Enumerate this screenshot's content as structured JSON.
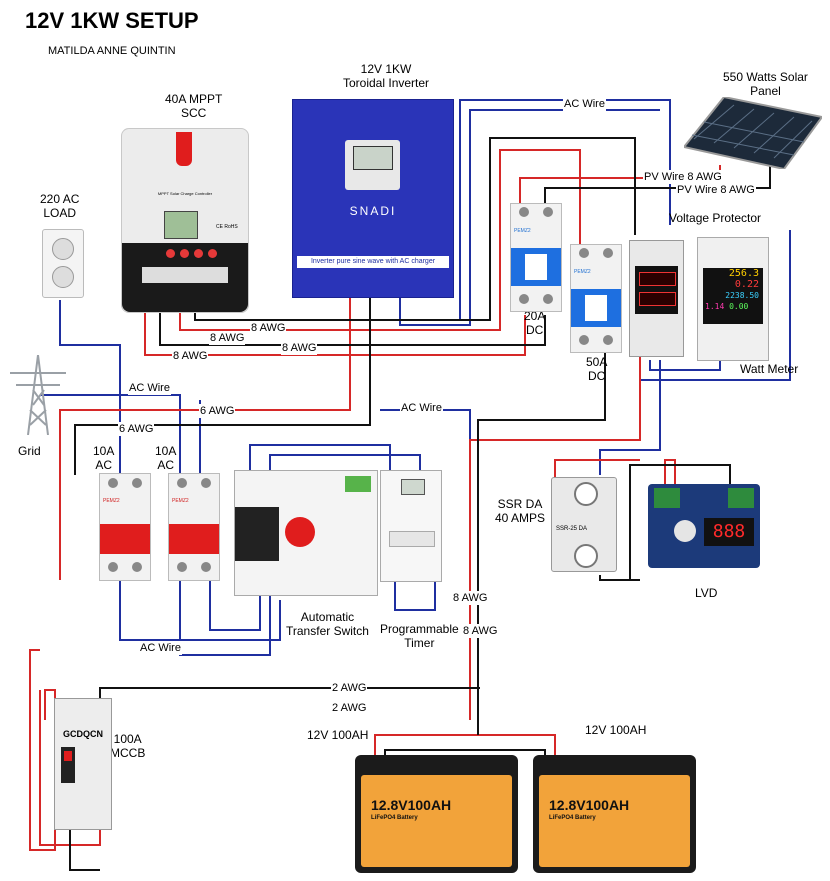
{
  "title": "12V 1KW SETUP",
  "author": "MATILDA ANNE QUINTIN",
  "components": {
    "scc": {
      "line1": "40A MPPT",
      "line2": "SCC",
      "brand_text": "MPPT Solar Charge Controller",
      "cert": "CE RoHS"
    },
    "inverter": {
      "line1": "12V 1KW",
      "line2": "Toroidal Inverter",
      "brand": "SNADI",
      "banner": "Inverter pure sine wave with AC charger"
    },
    "solar": {
      "line1": "550 Watts Solar",
      "line2": "Panel"
    },
    "load": {
      "line1": "220 AC",
      "line2": "LOAD"
    },
    "grid": {
      "label": "Grid"
    },
    "voltage_protector": {
      "label": "Voltage Protector"
    },
    "watt_meter": {
      "label": "Watt Meter",
      "readings": [
        "256.3",
        "0.22",
        "2238.50",
        "1.14",
        "0.00"
      ]
    },
    "breaker_20a": {
      "line1": "20A",
      "line2": "DC"
    },
    "breaker_50a": {
      "line1": "50A",
      "line2": "DC"
    },
    "breaker_10a_1": {
      "line1": "10A",
      "line2": "AC"
    },
    "breaker_10a_2": {
      "line1": "10A",
      "line2": "AC"
    },
    "breaker_brand": "PEMZ2",
    "ats": {
      "line1": "Automatic",
      "line2": "Transfer Switch"
    },
    "timer": {
      "line1": "Programmable",
      "line2": "Timer"
    },
    "ssr": {
      "line1": "SSR DA",
      "line2": "40 AMPS",
      "model": "SSR-25 DA"
    },
    "lvd": {
      "label": "LVD",
      "display": "888"
    },
    "mccb": {
      "line1": "100A",
      "line2": "MCCB",
      "brand": "GCDQCN"
    },
    "battery_1": {
      "label": "12V 100AH",
      "face": "12.8V100AH",
      "sub": "LiFePO4 Battery"
    },
    "battery_2": {
      "label": "12V 100AH",
      "face": "12.8V100AH",
      "sub": "LiFePO4 Battery"
    }
  },
  "wire_labels": {
    "ac_wire_top": "AC Wire",
    "pv_wire_1": "PV Wire 8 AWG",
    "pv_wire_2": "PV Wire 8 AWG",
    "awg8_a": "8 AWG",
    "awg8_b": "8 AWG",
    "awg8_c": "8 AWG",
    "awg8_d": "8 AWG",
    "ac_wire_grid": "AC Wire",
    "awg6_a": "6 AWG",
    "awg6_b": "6 AWG",
    "ac_wire_timer": "AC Wire",
    "ac_wire_bottom": "AC Wire",
    "awg8_e": "8 AWG",
    "awg8_f": "8 AWG",
    "awg2_a": "2 AWG",
    "awg2_b": "2 AWG"
  },
  "colors": {
    "positive": "#d62828",
    "negative": "#111111",
    "ac": "#1f2fa0",
    "inverter_blue": "#2a34b8",
    "battery_orange": "#f2a33a"
  }
}
